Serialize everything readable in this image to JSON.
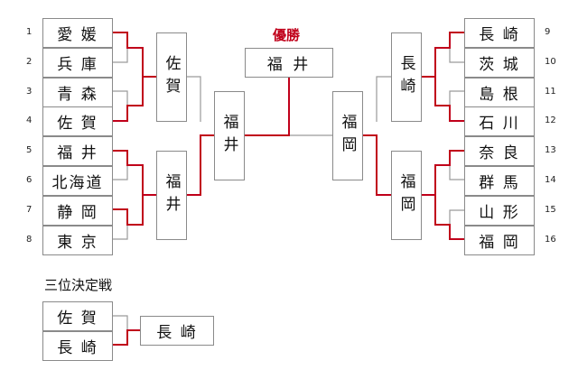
{
  "colors": {
    "winner_line": "#c0001a",
    "line": "#9a9a9a",
    "border": "#8a8a8a"
  },
  "left_teams": [
    {
      "seed": "1",
      "name": "愛 媛"
    },
    {
      "seed": "2",
      "name": "兵 庫"
    },
    {
      "seed": "3",
      "name": "青 森"
    },
    {
      "seed": "4",
      "name": "佐 賀"
    },
    {
      "seed": "5",
      "name": "福 井"
    },
    {
      "seed": "6",
      "name": "北海道"
    },
    {
      "seed": "7",
      "name": "静 岡"
    },
    {
      "seed": "8",
      "name": "東 京"
    }
  ],
  "right_teams": [
    {
      "seed": "9",
      "name": "長 崎"
    },
    {
      "seed": "10",
      "name": "茨 城"
    },
    {
      "seed": "11",
      "name": "島 根"
    },
    {
      "seed": "12",
      "name": "石 川"
    },
    {
      "seed": "13",
      "name": "奈 良"
    },
    {
      "seed": "14",
      "name": "群 馬"
    },
    {
      "seed": "15",
      "name": "山 形"
    },
    {
      "seed": "16",
      "name": "福 岡"
    }
  ],
  "left_round2": [
    "佐賀",
    "福井"
  ],
  "right_round2": [
    "長崎",
    "福岡"
  ],
  "semifinal": {
    "left": "福井",
    "right": "福岡"
  },
  "final": {
    "label": "優勝",
    "winner": "福 井"
  },
  "third_place": {
    "title": "三位決定戦",
    "teams": [
      "佐 賀",
      "長 崎"
    ],
    "winner": "長 崎"
  }
}
